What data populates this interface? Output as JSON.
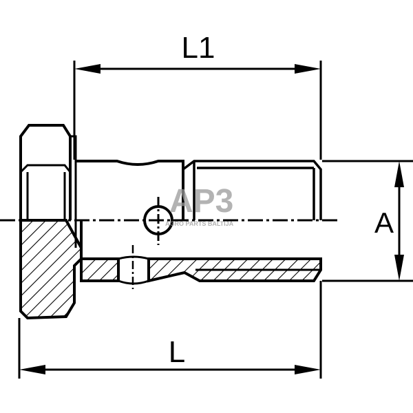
{
  "dimensions": {
    "l1_label": "L1",
    "l_label": "L",
    "a_label": "A"
  },
  "watermark": {
    "logo_text": "AP3",
    "tagline": "AGRO PARTS BALTIJA"
  },
  "colors": {
    "line": "#000000",
    "watermark": "#9a9a9a"
  }
}
